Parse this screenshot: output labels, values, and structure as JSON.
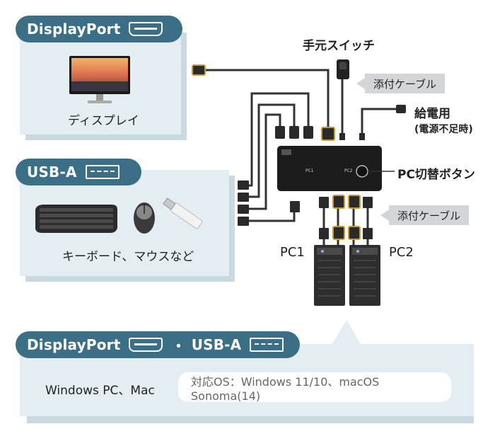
{
  "panels": {
    "display": {
      "pill_label": "DisplayPort",
      "caption": "ディスプレイ"
    },
    "usb": {
      "pill_label": "USB-A",
      "caption": "キーボード、マウスなど"
    },
    "bottom": {
      "pill_label_1": "DisplayPort",
      "separator": "・",
      "pill_label_2": "USB-A",
      "compat_text": "Windows PC、Mac",
      "os_text": "対応OS：Windows 11/10、macOS Sonoma(14)"
    }
  },
  "labels": {
    "hand_switch": "手元スイッチ",
    "included_cable_top": "添付ケーブル",
    "power": "給電用",
    "power_note": "(電源不足時)",
    "pc_switch_button": "PC切替ボタン",
    "included_cable_bottom": "添付ケーブル",
    "pc1": "PC1",
    "pc2": "PC2",
    "device_port_1": "PC1",
    "device_port_2": "PC2"
  },
  "colors": {
    "pill": "#3a6f86",
    "panel": "#e4edf1",
    "cable": "#333333"
  }
}
